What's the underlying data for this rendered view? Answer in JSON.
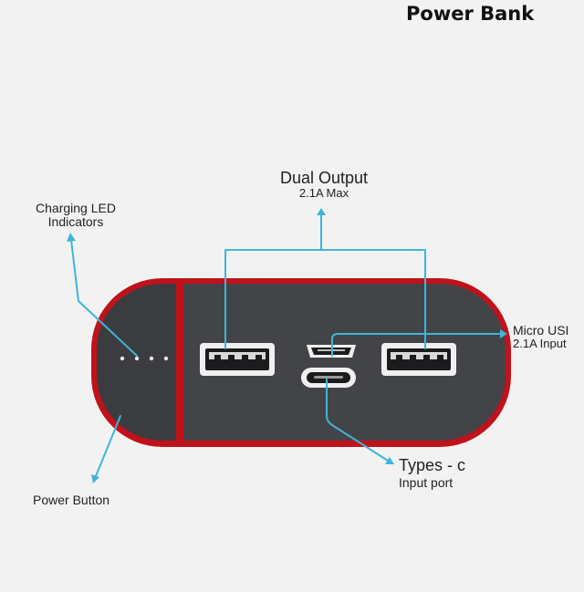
{
  "page": {
    "title": "Power Bank"
  },
  "callouts": {
    "dual_output": {
      "title": "Dual Output",
      "subtitle": "2.1A Max"
    },
    "charging_led": {
      "line1": "Charging LED",
      "line2": "Indicators"
    },
    "micro_usb": {
      "line1": "Micro USI",
      "line2": "2.1A Input"
    },
    "type_c": {
      "title": "Types - c",
      "subtitle": "Input port"
    },
    "power_button": {
      "label": "Power Button"
    }
  },
  "colors": {
    "background": "#f2f2f2",
    "body_red": "#c0121b",
    "panel": "#3b3c40",
    "callout_line": "#3fb5d9"
  },
  "device": {
    "led_count": 4,
    "usb_a_ports": 2,
    "micro_usb_ports": 1,
    "usb_c_ports": 1
  }
}
